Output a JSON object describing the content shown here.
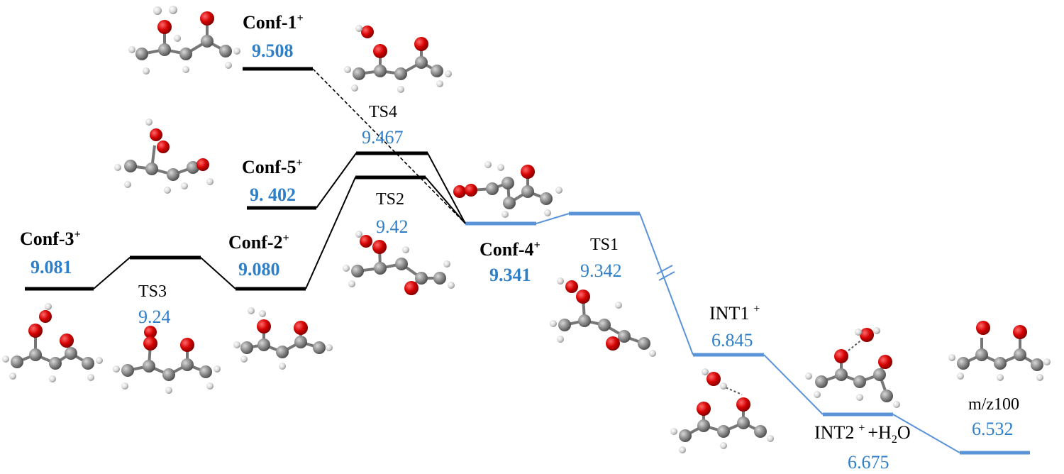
{
  "colors": {
    "black_path": "#000000",
    "blue_path": "#5b93d8",
    "value_blue": "#2f7fc8",
    "oxygen": "#d40000",
    "carbon": "#8a8a8a",
    "hydrogen": "#d8d8d8"
  },
  "levels": {
    "conf1": {
      "name": "Conf-1",
      "sup": "+",
      "energy": "9.508"
    },
    "conf5": {
      "name": "Conf-5",
      "sup": "+",
      "energy": "9. 402"
    },
    "conf3": {
      "name": "Conf-3",
      "sup": "+",
      "energy": "9.081"
    },
    "conf2": {
      "name": "Conf-2",
      "sup": "+",
      "energy": "9.080"
    },
    "conf4": {
      "name": "Conf-4",
      "sup": "+",
      "energy": "9.341"
    },
    "ts4": {
      "name": "TS4",
      "energy": "9.467"
    },
    "ts2": {
      "name": "TS2",
      "energy": "9.42"
    },
    "ts3": {
      "name": "TS3",
      "energy": "9.24"
    },
    "ts1": {
      "name": "TS1",
      "energy": "9.342"
    },
    "int1": {
      "name": "INT1",
      "sup": "+",
      "energy": "6.845"
    },
    "int2": {
      "name": "INT2",
      "sup": "+",
      "suffix": "+H",
      "sub": "2",
      "suffix2": "O",
      "energy": "6.675"
    },
    "mz100": {
      "name": "m/z100",
      "energy": "6.532"
    }
  }
}
